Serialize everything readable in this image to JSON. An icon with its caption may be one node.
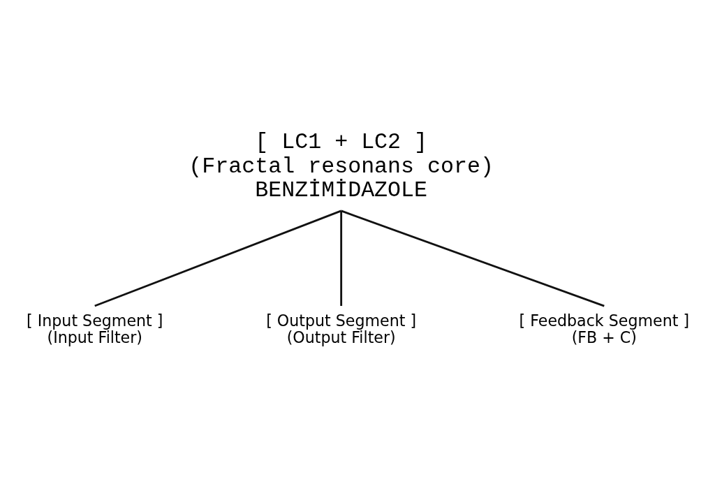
{
  "diagram": {
    "nodes": [
      {
        "text": [
          "[ LC1 + LC2 ]",
          "(Fractal resonans core)",
          "BENZİMİDAZOLE"
        ]
      },
      {
        "text": [
          "[ Input Segment ]",
          "(Input Filter)"
        ]
      },
      {
        "text": [
          "[ Output Segment ]",
          "(Output Filter)"
        ]
      },
      {
        "text": [
          "[ Feedback Segment ]",
          "(FB + C)"
        ]
      }
    ],
    "edges": [
      {
        "from": 0,
        "to": 1,
        "arrow": "none"
      },
      {
        "from": 0,
        "to": 2,
        "arrow": "none"
      },
      {
        "from": 0,
        "to": 3,
        "arrow": "none"
      }
    ]
  }
}
